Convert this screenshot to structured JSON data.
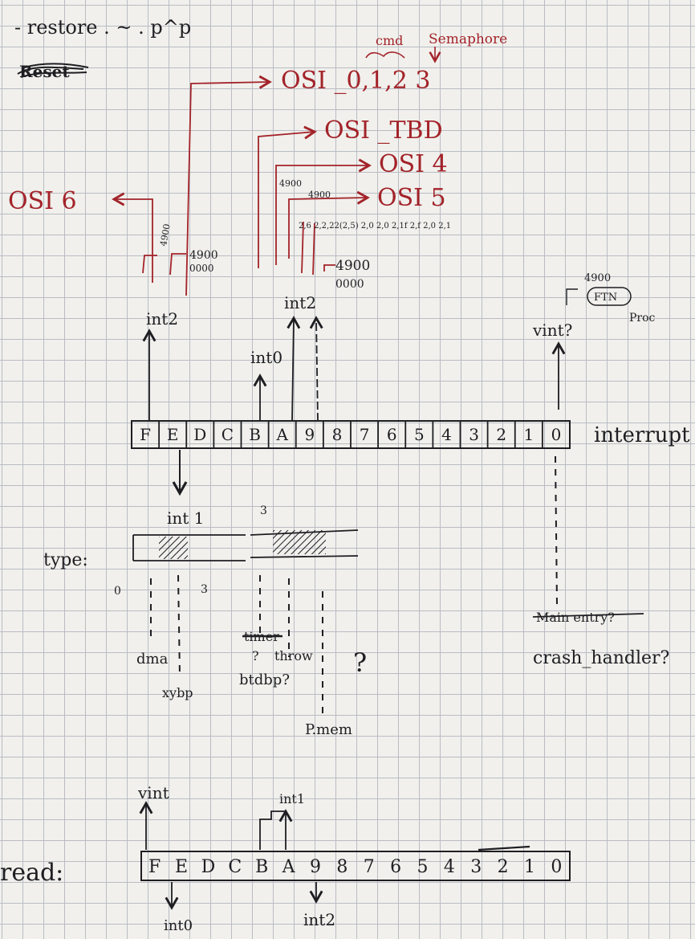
{
  "header": {
    "restore": "- restore . ~ . p^p",
    "scribble": "Reset"
  },
  "osi": {
    "osi_0123": "OSI _0,1,2 3",
    "cmd": "cmd",
    "semaphore": "Semaphore",
    "osi_tbd": "OSI _TBD",
    "osi_4": "OSI 4",
    "osi_5": "OSI 5",
    "osi_6": "OSI 6"
  },
  "notes": {
    "n4900_left": "4900",
    "n0000_left": "0000",
    "n4900_mid_small": "4900",
    "n4900_mid": "4900",
    "n0000_mid": "0000",
    "n4900_right": "4900",
    "ftn": "FTN",
    "proc": "Proc",
    "offsets_row": "2,6 2,2,22(2,5) 2,0 2,0 2,1f 2,f 2,0 2,1",
    "int2_top": "int2",
    "int0_top": "int0",
    "int2_mid": "int2",
    "vint_q": "vint?"
  },
  "register_top": {
    "cells": [
      "F",
      "E",
      "D",
      "C",
      "B",
      "A",
      "9",
      "8",
      "7",
      "6",
      "5",
      "4",
      "3",
      "2",
      "1",
      "0"
    ],
    "label": "interrupt"
  },
  "int1_label": "int 1",
  "type_bar": {
    "label": "type:",
    "n0": "0",
    "n3_left": "3",
    "n3_right": "3"
  },
  "bottom_labels": {
    "dma": "dma",
    "xybp": "xybp",
    "timer": "timer",
    "btdbp": "btdbp?",
    "throw": "throw",
    "q": "?",
    "pmem": "P.mem",
    "main_entry": "Main entry?",
    "crash_handler": "crash_handler?"
  },
  "register_bottom": {
    "label": "read:",
    "cells": [
      "F",
      "E",
      "D",
      "C",
      "B",
      "A",
      "9",
      "8",
      "7",
      "6",
      "5",
      "4",
      "3",
      "2",
      "1",
      "0"
    ],
    "vint": "vint",
    "int1": "int1",
    "int0": "int0",
    "int2": "int2"
  },
  "colors": {
    "ink": "#1e1e22",
    "red": "#a3232a",
    "paper": "#f1f0ec",
    "grid": "#b9bcc4"
  }
}
